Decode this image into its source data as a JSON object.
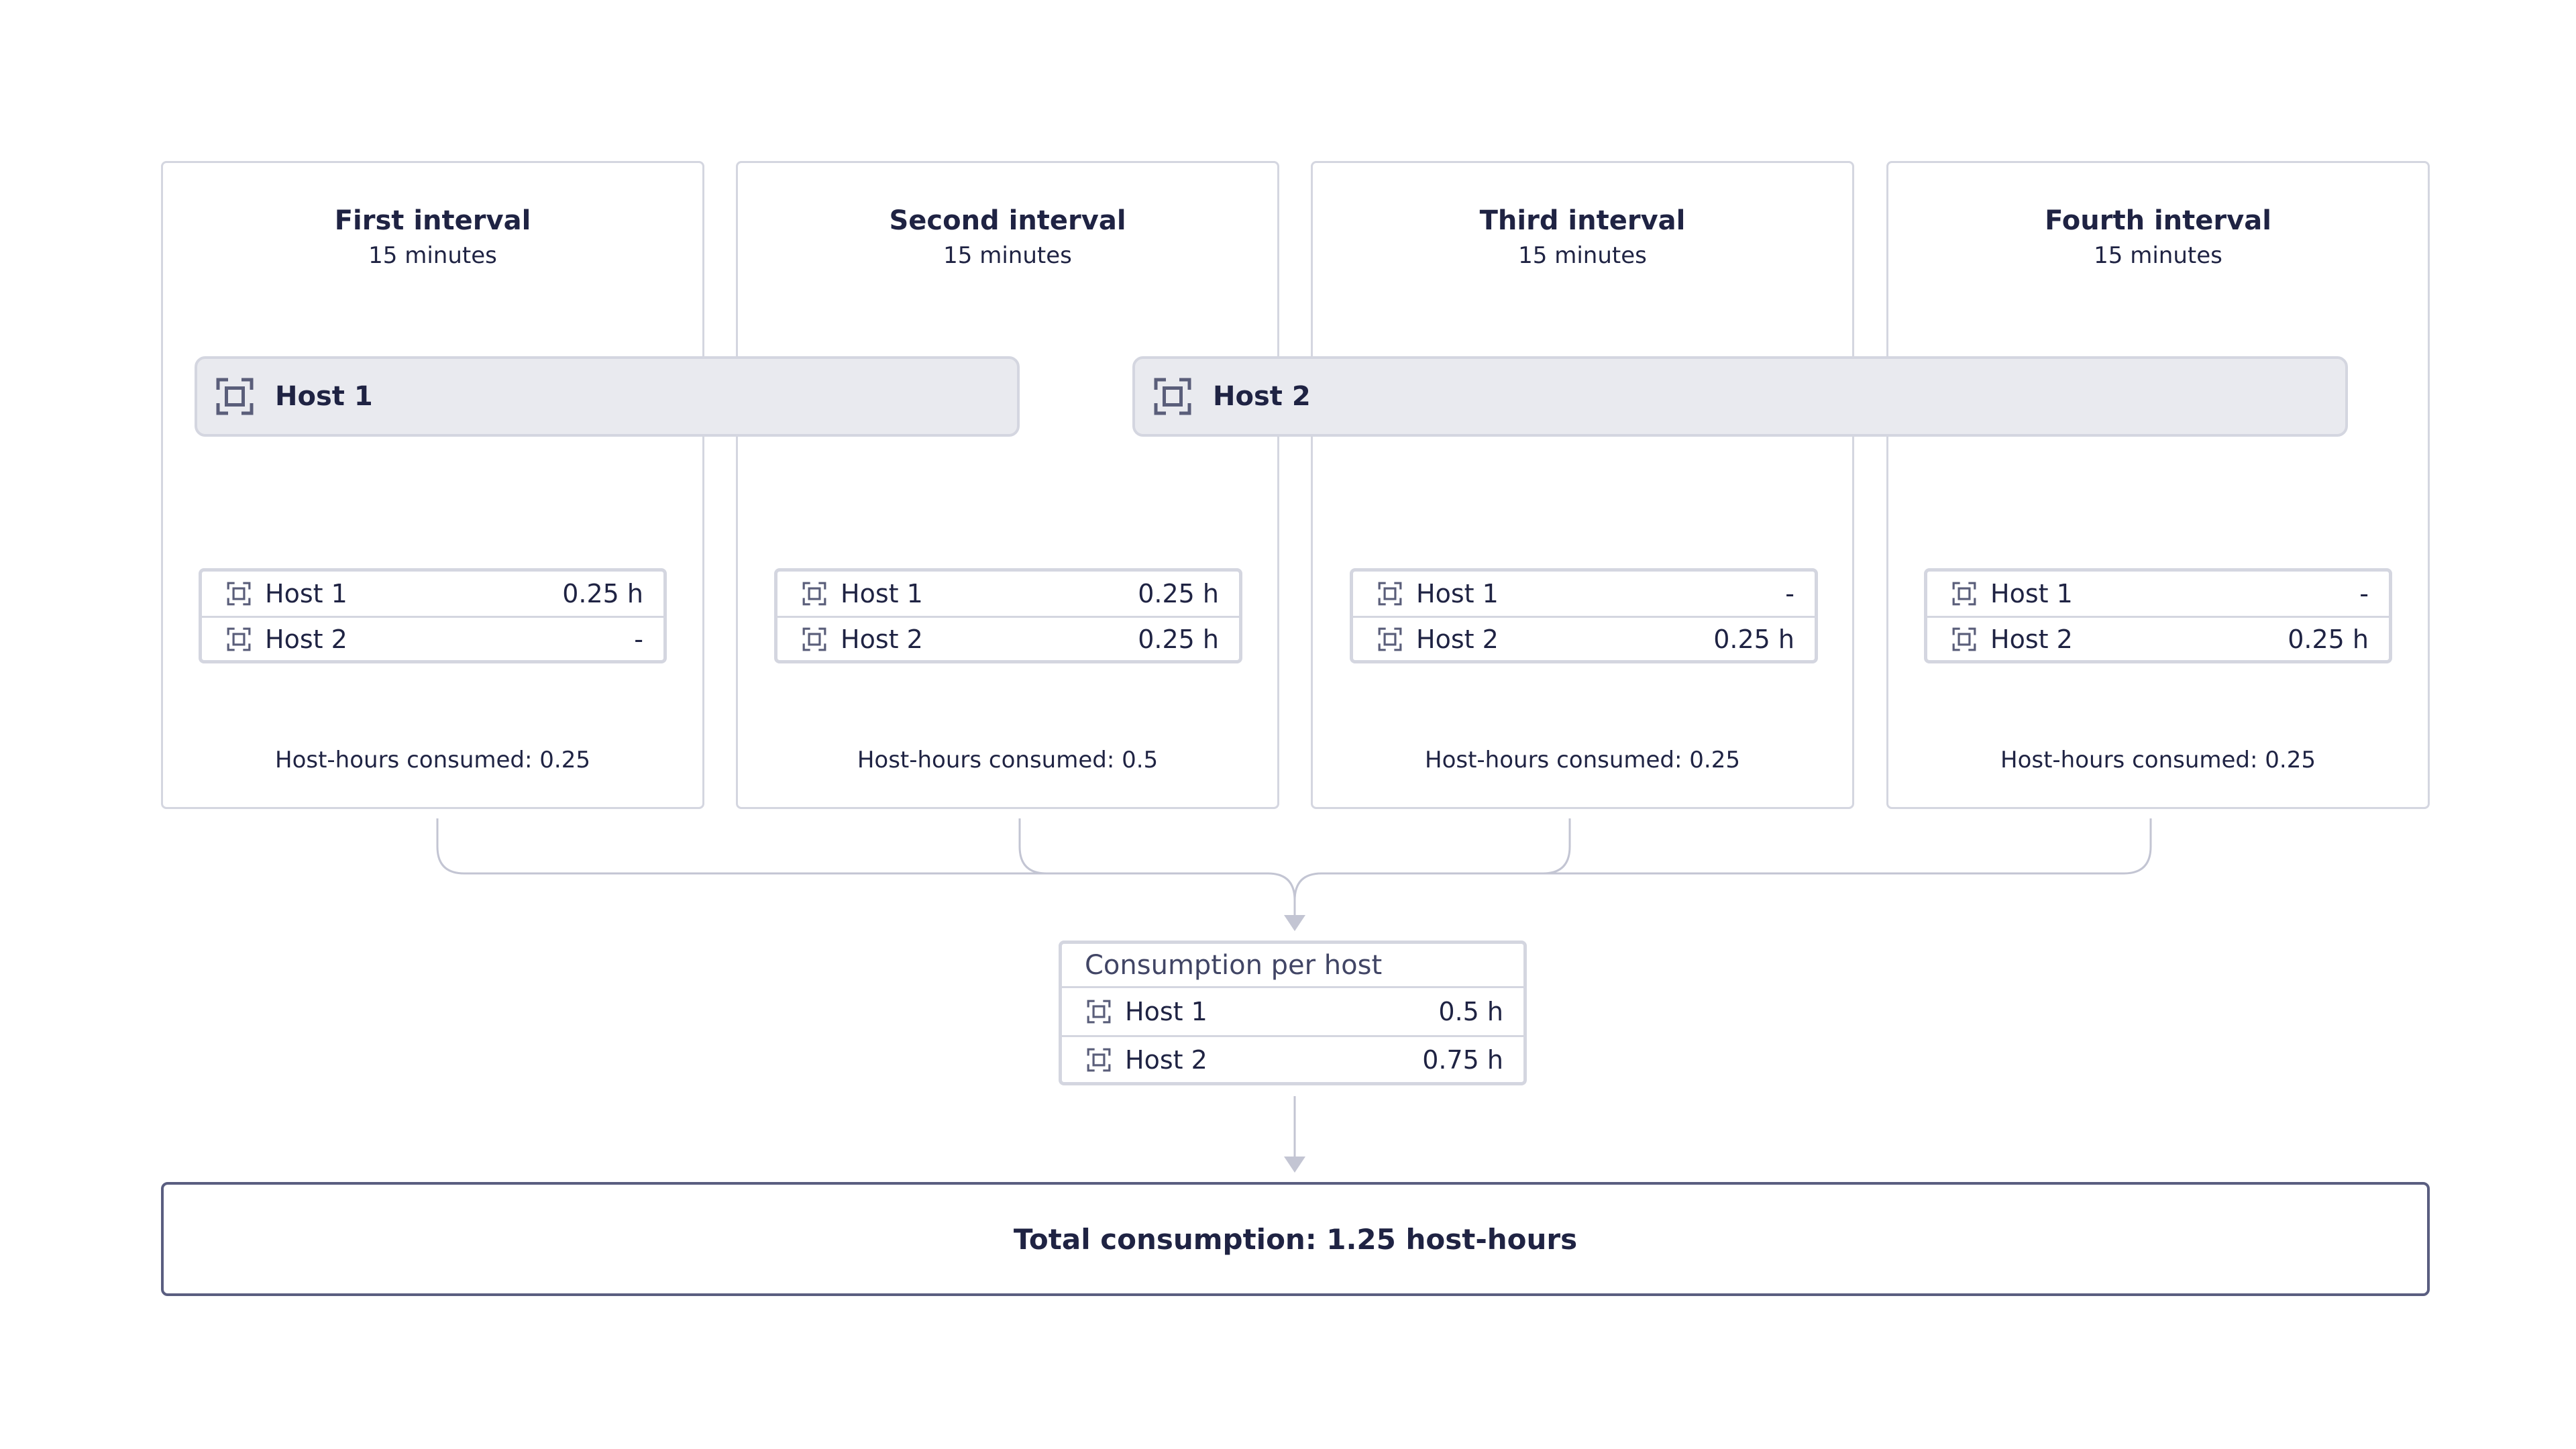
{
  "intervals": [
    {
      "title": "First interval",
      "duration": "15 minutes",
      "consumed": "Host-hours consumed: 0.25",
      "rows": [
        {
          "host": "Host 1",
          "value": "0.25 h"
        },
        {
          "host": "Host 2",
          "value": "-"
        }
      ]
    },
    {
      "title": "Second interval",
      "duration": "15 minutes",
      "consumed": "Host-hours consumed: 0.5",
      "rows": [
        {
          "host": "Host 1",
          "value": "0.25 h"
        },
        {
          "host": "Host 2",
          "value": "0.25 h"
        }
      ]
    },
    {
      "title": "Third interval",
      "duration": "15 minutes",
      "consumed": "Host-hours consumed: 0.25",
      "rows": [
        {
          "host": "Host 1",
          "value": "-"
        },
        {
          "host": "Host 2",
          "value": "0.25 h"
        }
      ]
    },
    {
      "title": "Fourth interval",
      "duration": "15 minutes",
      "consumed": "Host-hours consumed: 0.25",
      "rows": [
        {
          "host": "Host 1",
          "value": "-"
        },
        {
          "host": "Host 2",
          "value": "0.25 h"
        }
      ]
    }
  ],
  "host_bars": [
    {
      "label": "Host 1",
      "icon": "host-icon"
    },
    {
      "label": "Host 2",
      "icon": "host-icon"
    }
  ],
  "summary": {
    "title": "Consumption per host",
    "rows": [
      {
        "host": "Host 1",
        "value": "0.5 h"
      },
      {
        "host": "Host 2",
        "value": "0.75 h"
      }
    ]
  },
  "total": "Total consumption: 1.25 host-hours",
  "colors": {
    "text": "#1f2343",
    "border": "#d4d6e0",
    "bar_fill": "#e9eaef",
    "arrow": "#c3c5d3",
    "total_border": "#5a5e80"
  }
}
